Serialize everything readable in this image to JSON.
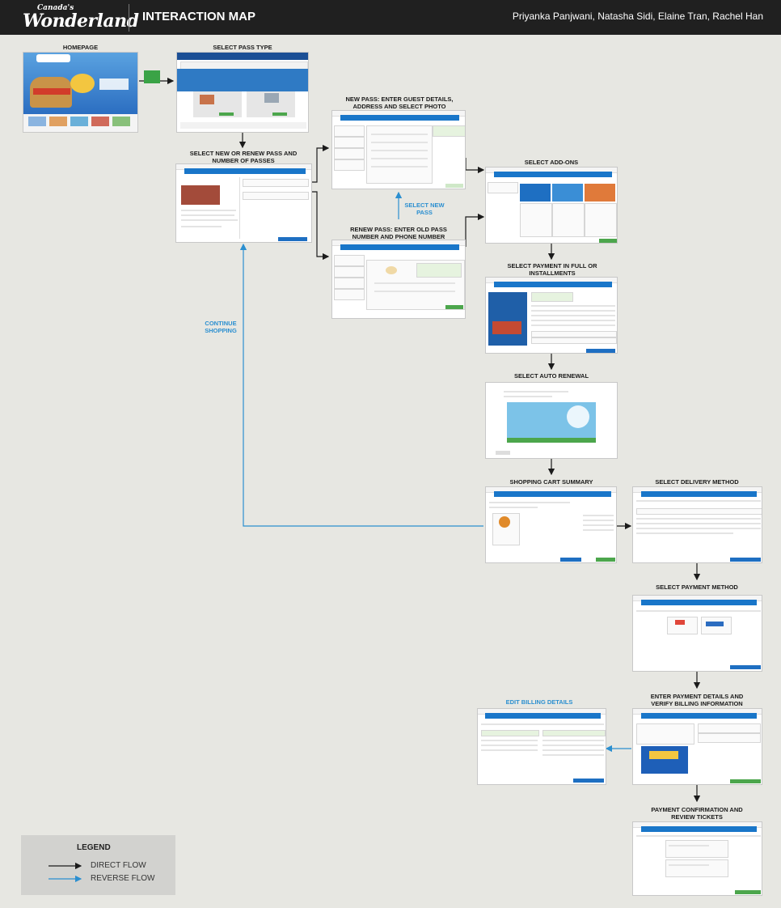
{
  "header": {
    "logo_top": "Canada's",
    "logo_main": "Wonderland",
    "title": "INTERACTION MAP",
    "authors": "Priyanka Panjwani, Natasha Sidi, Elaine Tran, Rachel Han"
  },
  "steps": {
    "homepage": "HOMEPAGE",
    "select_pass_type": "SELECT PASS TYPE",
    "select_new_renew": "SELECT NEW OR RENEW PASS AND NUMBER OF PASSES",
    "new_pass": "NEW PASS: ENTER GUEST DETAILS, ADDRESS AND SELECT PHOTO",
    "renew_pass": "RENEW PASS: ENTER OLD PASS NUMBER AND PHONE NUMBER",
    "select_addons": "SELECT ADD-ONS",
    "select_payment_plan": "SELECT PAYMENT IN FULL OR INSTALLMENTS",
    "select_auto_renewal": "SELECT AUTO RENEWAL",
    "cart_summary": "SHOPPING CART SUMMARY",
    "select_delivery": "SELECT DELIVERY METHOD",
    "select_payment_method": "SELECT PAYMENT METHOD",
    "enter_payment": "ENTER PAYMENT DETAILS AND VERIFY BILLING INFORMATION",
    "edit_billing": "EDIT BILLING DETAILS",
    "payment_confirmation": "PAYMENT CONFIRMATION AND REVIEW TICKETS"
  },
  "flow_labels": {
    "select_new_pass": "SELECT NEW PASS",
    "continue_shopping": "CONTINUE SHOPPING"
  },
  "legend": {
    "title": "LEGEND",
    "direct": "DIRECT FLOW",
    "reverse": "REVERSE FLOW"
  },
  "colors": {
    "background": "#e7e7e2",
    "header": "#202020",
    "direct_flow": "#1b1b1b",
    "reverse_flow": "#2b8fd0",
    "accent_blue": "#1976c9"
  }
}
